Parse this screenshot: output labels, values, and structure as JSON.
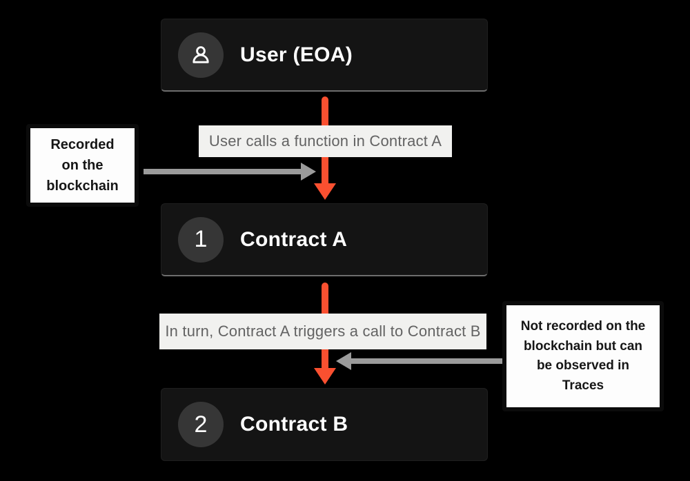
{
  "diagram": {
    "title_semantic": "EOA to contract call trace diagram",
    "nodes": {
      "user": {
        "title": "User (EOA)",
        "icon": "person-icon"
      },
      "contract_a": {
        "title": "Contract A",
        "badge": "1"
      },
      "contract_b": {
        "title": "Contract B",
        "badge": "2"
      }
    },
    "flow": {
      "step1": "User calls a function in Contract A",
      "step2": "In turn, Contract A triggers a call to Contract B"
    },
    "annotations": {
      "left": "Recorded\non the\nblockchain",
      "right": "Not recorded on the\nblockchain but can\nbe observed in\nTraces"
    },
    "colors": {
      "background": "#000000",
      "node_fill": "#141414",
      "node_bottom_edge": "#6e6e6e",
      "chip_fill": "#363636",
      "arrow_orange": "#FA5030",
      "arrow_gray": "#9B9B9B",
      "label_strip_bg": "#f1f1ef",
      "label_strip_text": "#636363",
      "note_bg": "#fdfdfd",
      "note_border": "#0b0b0b"
    }
  }
}
